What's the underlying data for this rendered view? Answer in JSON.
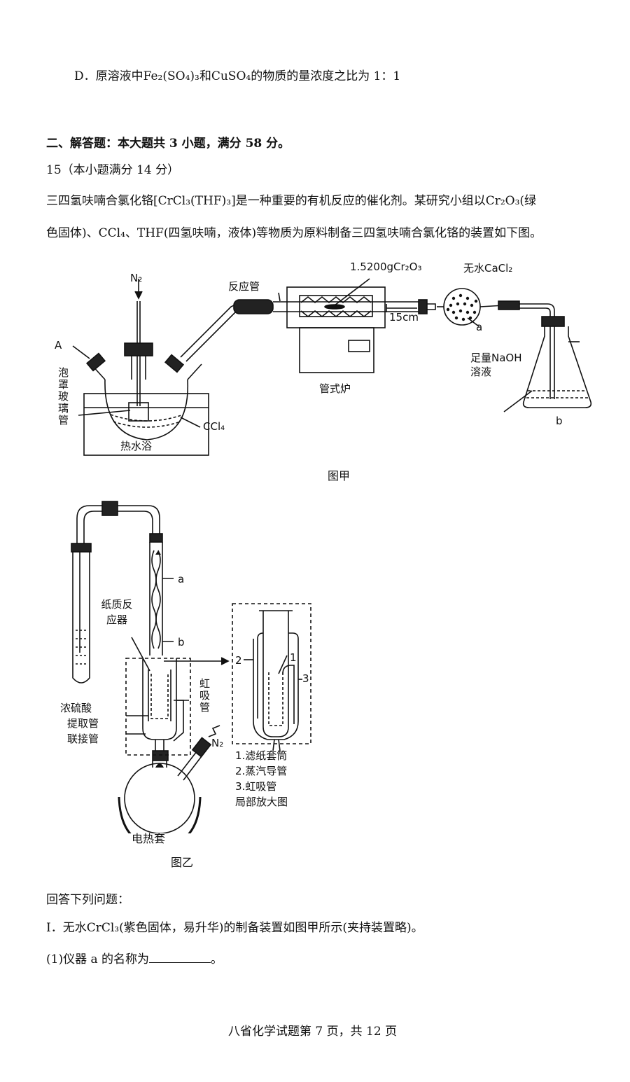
{
  "q14_option_d": "D．原溶液中Fe₂(SO₄)₃和CuSO₄的物质的量浓度之比为 1：1",
  "section_title": "二、解答题：本大题共 3 小题，满分 58 分。",
  "question_header": "15（本小题满分 14 分）",
  "intro_line1": "三四氢呋喃合氯化铬[CrCl₃(THF)₃]是一种重要的有机反应的催化剂。某研究小组以Cr₂O₃(绿",
  "intro_line2": "色固体)、CCl₄、THF(四氢呋喃，液体)等物质为原料制备三四氢呋喃合氯化铬的装置如下图。",
  "fig_a": {
    "caption": "图甲",
    "n2": "N₂",
    "label_A": "A",
    "bubble_tube": "泡罩玻璃管",
    "ccl4": "CCl₄",
    "water_bath": "热水浴",
    "reaction_tube": "反应管",
    "sample": "1.5200gCr₂O₃",
    "tube_furnace": "管式炉",
    "length": "15cm",
    "cacl2": "无水CaCl₂",
    "label_a": "a",
    "naoh_1": "足量NaOH",
    "naoh_2": "溶液",
    "label_b": "b"
  },
  "fig_b": {
    "caption": "图乙",
    "label_a": "a",
    "label_b": "b",
    "paper_reactor": "纸质反应器",
    "siphon": "虹吸管",
    "conc_h2so4": "浓硫酸",
    "extraction_tube": "提取管",
    "connecting_tube": "联接管",
    "n2": "N₂",
    "heating_mantle": "电热套",
    "mark_1": "1",
    "mark_2": "2",
    "mark_3": "3",
    "legend": [
      "1.滤纸套筒",
      "2.蒸汽导管",
      "3.虹吸管",
      "局部放大图"
    ]
  },
  "answer_prompt": "回答下列问题：",
  "part_I": "I．无水CrCl₃(紫色固体，易升华)的制备装置如图甲所示(夹持装置略)。",
  "q1_prefix": "(1)仪器 a 的名称为",
  "q1_suffix": "。",
  "footer": "八省化学试题第 7 页，共 12 页"
}
